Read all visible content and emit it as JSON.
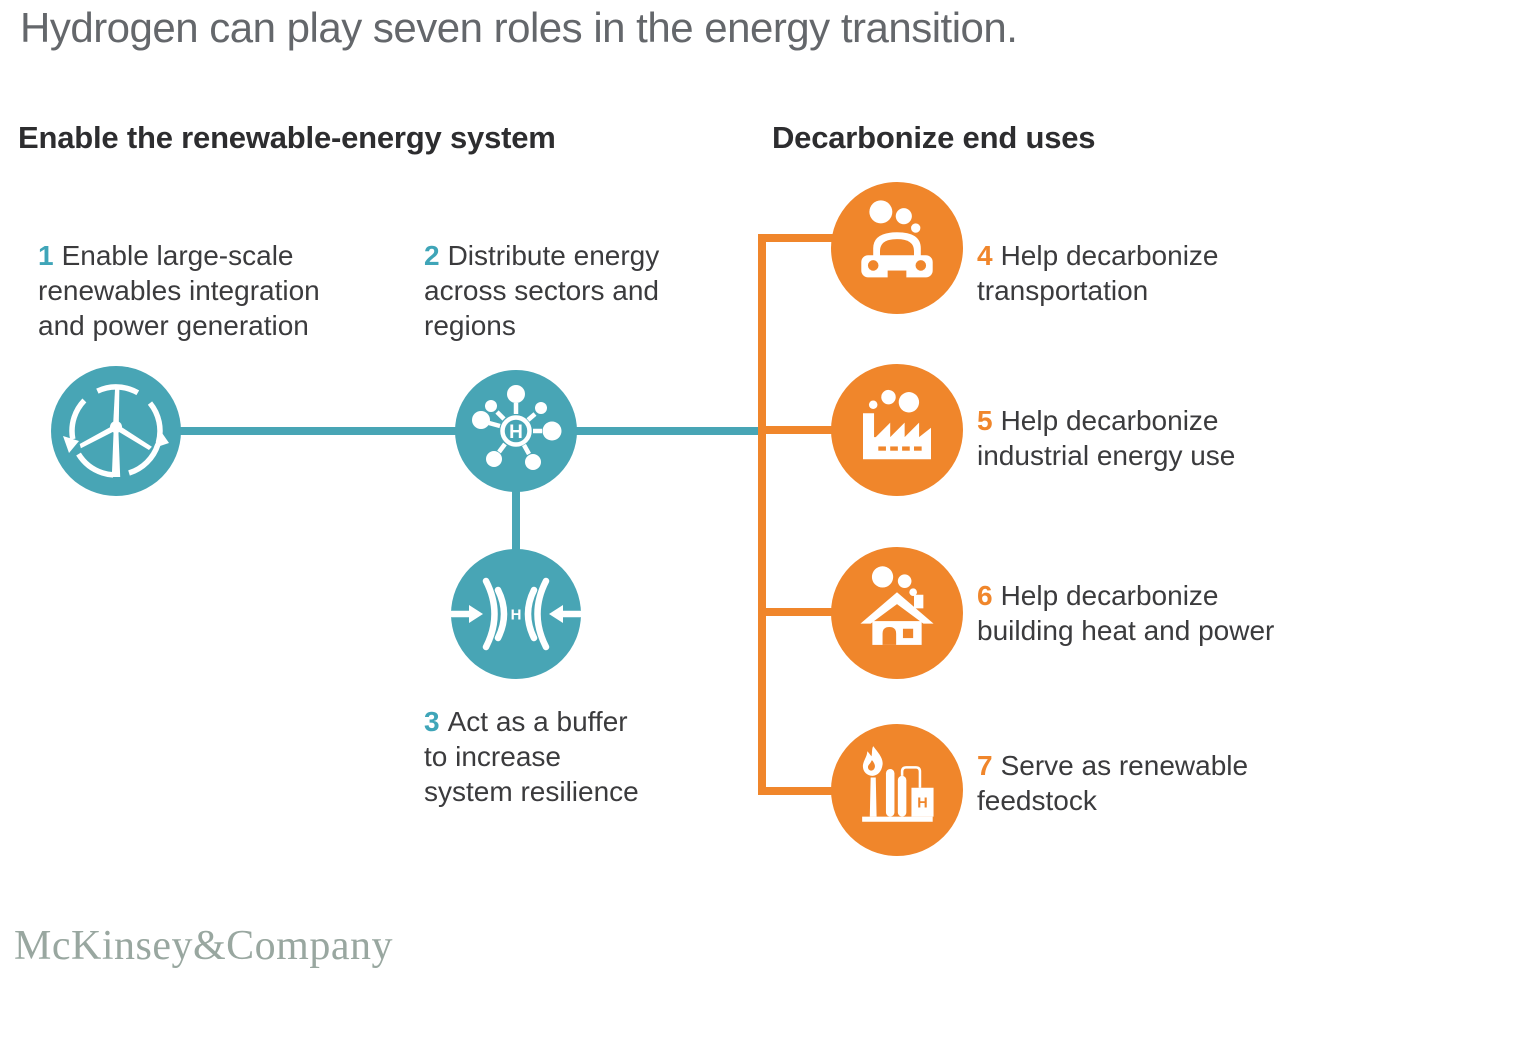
{
  "title": "Hydrogen can play seven roles in the energy transition.",
  "brand": "McKinsey&Company",
  "colors": {
    "teal": "#48A5B5",
    "orange": "#F0862B",
    "title_gray": "#64676B",
    "text_dark": "#3B3B3D",
    "logo_gray": "#99A7A0"
  },
  "sections": [
    {
      "header": "Enable the renewable-energy system",
      "items": [
        {
          "number": "1",
          "text": "Enable large-scale\nrenewables integration\nand power generation",
          "icon": "wind-turbine-icon"
        },
        {
          "number": "2",
          "text": "Distribute energy\nacross sectors and\nregions",
          "icon": "hydrogen-hub-icon"
        },
        {
          "number": "3",
          "text": "Act as a buffer\nto increase\nsystem resilience",
          "icon": "buffer-icon"
        }
      ]
    },
    {
      "header": "Decarbonize end uses",
      "items": [
        {
          "number": "4",
          "text": "Help decarbonize\ntransportation",
          "icon": "car-icon"
        },
        {
          "number": "5",
          "text": "Help decarbonize\nindustrial energy use",
          "icon": "factory-icon"
        },
        {
          "number": "6",
          "text": "Help decarbonize\nbuilding heat and power",
          "icon": "house-icon"
        },
        {
          "number": "7",
          "text": "Serve as renewable\nfeedstock",
          "icon": "refinery-icon"
        }
      ]
    }
  ],
  "icons": {
    "hub_letter": "H",
    "buffer_letter": "H",
    "refinery_letter": "H"
  }
}
